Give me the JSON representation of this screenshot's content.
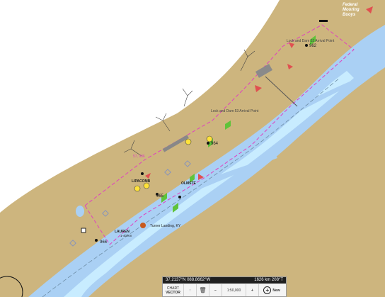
{
  "map": {
    "land_color": "#cdb57e",
    "water_color": "#aad0f4",
    "channel_color": "#c8ecff",
    "boundary_color": "#e040c0",
    "labels": {
      "federal_buoys": [
        "Federal",
        "Mooring",
        "Buoys"
      ],
      "arrival_point_top": "Lock and Dam 53 Arrival Point",
      "arrival_point_mid": "Lock and Dam 53 Arrival Point",
      "turner_landing": "Turner Landing, KY",
      "mile_962": "962",
      "mile_964": "964",
      "mile_965": "965",
      "mile_966": "966",
      "light_1": "LIPACOMB",
      "light_2": "OLMSTE",
      "light_3": "LAUREN",
      "light_3_sub": "1-40 km",
      "pink_label": "57, 906"
    }
  },
  "panel": {
    "coords": "37.2137°N 088.8662°W",
    "range": "1626 km 208°T",
    "mode_line1": "CHART",
    "mode_line2": "VECTOR",
    "scale": "1:50,000",
    "new_label": "New"
  },
  "icons": {
    "up": "up-arrow-icon",
    "trash": "trash-icon",
    "minus": "minus-icon",
    "plus": "plus-icon",
    "add": "add-circle-icon"
  }
}
